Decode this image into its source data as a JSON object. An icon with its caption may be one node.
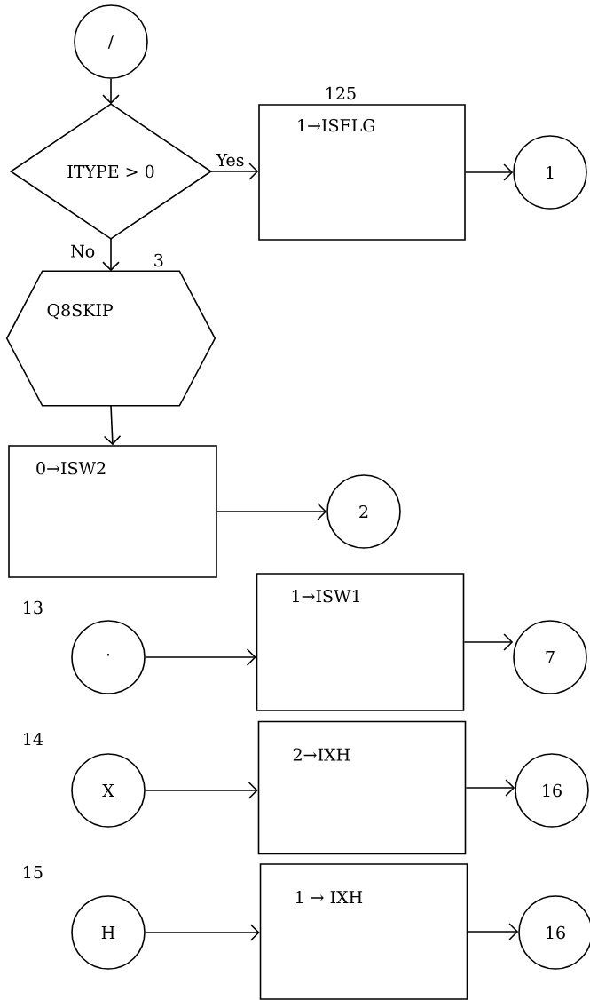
{
  "diagram": {
    "nodes": [
      {
        "text": [
          "/"
        ]
      },
      {
        "text": [
          "ITYPE > 0"
        ]
      },
      {
        "text": [
          "1→ISFLG"
        ],
        "beside": [
          "125"
        ]
      },
      {
        "text": [
          "1"
        ]
      },
      {
        "text": [
          "Q8SKIP"
        ],
        "beside": [
          "3"
        ]
      },
      {
        "text": [
          "0→ISW2"
        ]
      },
      {
        "text": [
          "2"
        ]
      },
      {
        "text": [
          "·"
        ],
        "beside": [
          "13"
        ]
      },
      {
        "text": [
          "1→ISW1"
        ]
      },
      {
        "text": [
          "7"
        ]
      },
      {
        "text": [
          "X"
        ],
        "beside": [
          "14"
        ]
      },
      {
        "text": [
          "2→IXH"
        ]
      },
      {
        "text": [
          "16"
        ]
      },
      {
        "text": [
          "H"
        ],
        "beside": [
          "15"
        ]
      },
      {
        "text": [
          "1 → IXH"
        ]
      },
      {
        "text": [
          "16"
        ]
      }
    ],
    "edges": [
      {
        "from": 0,
        "to": 1,
        "arrow": "to"
      },
      {
        "from": 1,
        "to": 2,
        "arrow": "to",
        "label": "Yes"
      },
      {
        "from": 2,
        "to": 3,
        "arrow": "to"
      },
      {
        "from": 1,
        "to": 4,
        "arrow": "to",
        "label": "No"
      },
      {
        "from": 4,
        "to": 5,
        "arrow": "to"
      },
      {
        "from": 5,
        "to": 6,
        "arrow": "to"
      },
      {
        "from": 7,
        "to": 8,
        "arrow": "to"
      },
      {
        "from": 8,
        "to": 9,
        "arrow": "to"
      },
      {
        "from": 10,
        "to": 11,
        "arrow": "to"
      },
      {
        "from": 11,
        "to": 12,
        "arrow": "to"
      },
      {
        "from": 13,
        "to": 14,
        "arrow": "to"
      },
      {
        "from": 14,
        "to": 15,
        "arrow": "to"
      }
    ]
  }
}
